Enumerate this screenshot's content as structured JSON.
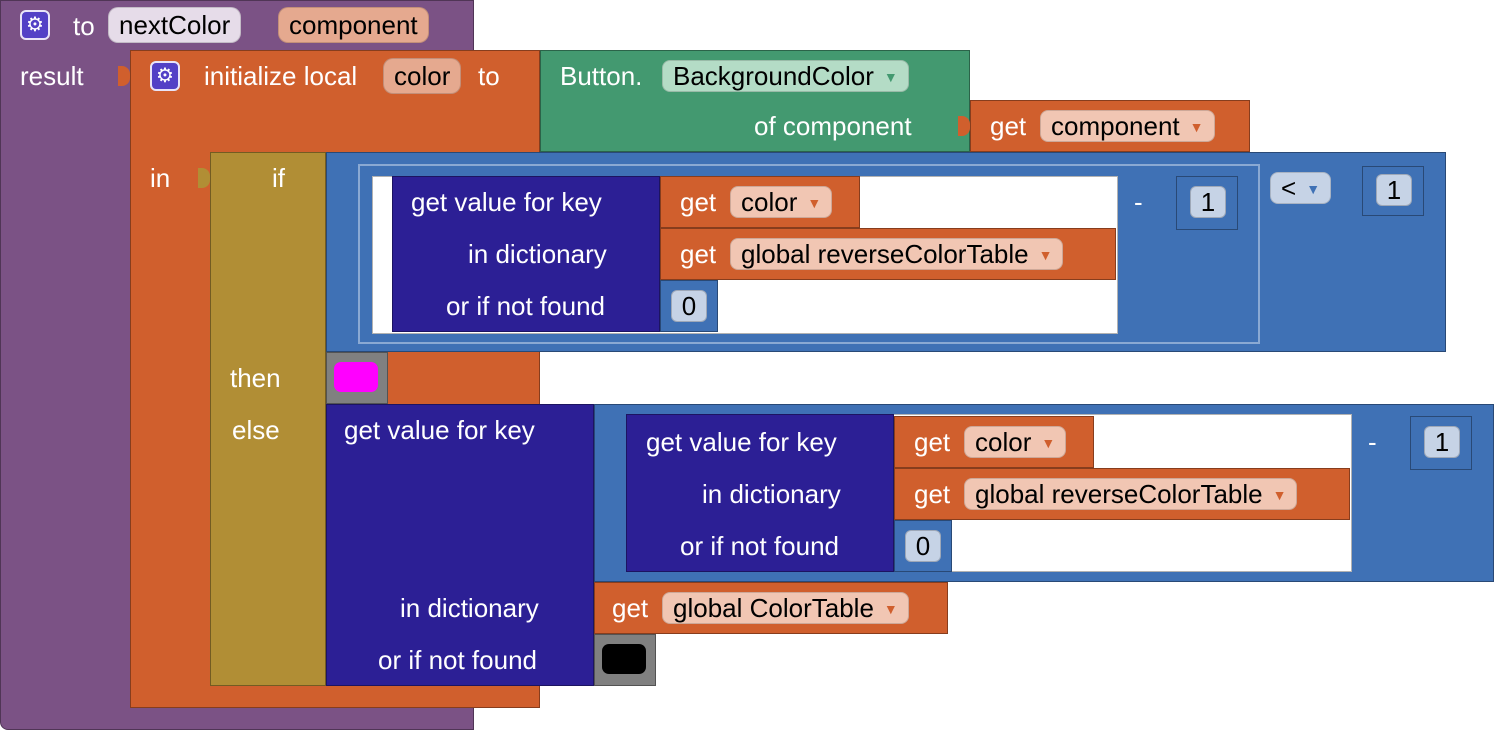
{
  "procedure": {
    "keyword_to": "to",
    "name": "nextColor",
    "param": "component",
    "result_label": "result"
  },
  "local_init": {
    "label": "initialize local",
    "var_name": "color",
    "to_label": "to",
    "in_label": "in"
  },
  "component_getter": {
    "prefix": "Button.",
    "property": "BackgroundColor",
    "of_label": "of component",
    "get_label": "get",
    "get_var": "component"
  },
  "if_block": {
    "if_label": "if",
    "then_label": "then",
    "else_label": "else",
    "compare_op": "<",
    "compare_value": "1",
    "minus_op": "-",
    "minus_value": "1"
  },
  "cond_lookup": {
    "title": "get value for key",
    "key_get": "get",
    "key_var": "color",
    "dict_label": "in dictionary",
    "dict_get": "get",
    "dict_var": "global reverseColorTable",
    "notfound_label": "or if not found",
    "notfound_value": "0"
  },
  "else_lookup": {
    "title": "get value for key",
    "dict_label": "in dictionary",
    "dict_get": "get",
    "dict_var": "global ColorTable",
    "notfound_label": "or if not found"
  },
  "inner_lookup": {
    "title": "get value for key",
    "key_get": "get",
    "key_var": "color",
    "dict_label": "in dictionary",
    "dict_get": "get",
    "dict_var": "global reverseColorTable",
    "notfound_label": "or if not found",
    "notfound_value": "0",
    "minus_op": "-",
    "minus_value": "1"
  },
  "colors": {
    "procedure": "#7b5285",
    "variables": "#d05f2d",
    "component": "#439970",
    "control": "#b18e35",
    "math": "#3f71b5",
    "dictionary": "#2c1f95",
    "then_color": "#ff00ff",
    "else_color": "#000000"
  },
  "icons": {
    "gear": "gear-icon",
    "dropdown": "dropdown-arrow-icon"
  }
}
